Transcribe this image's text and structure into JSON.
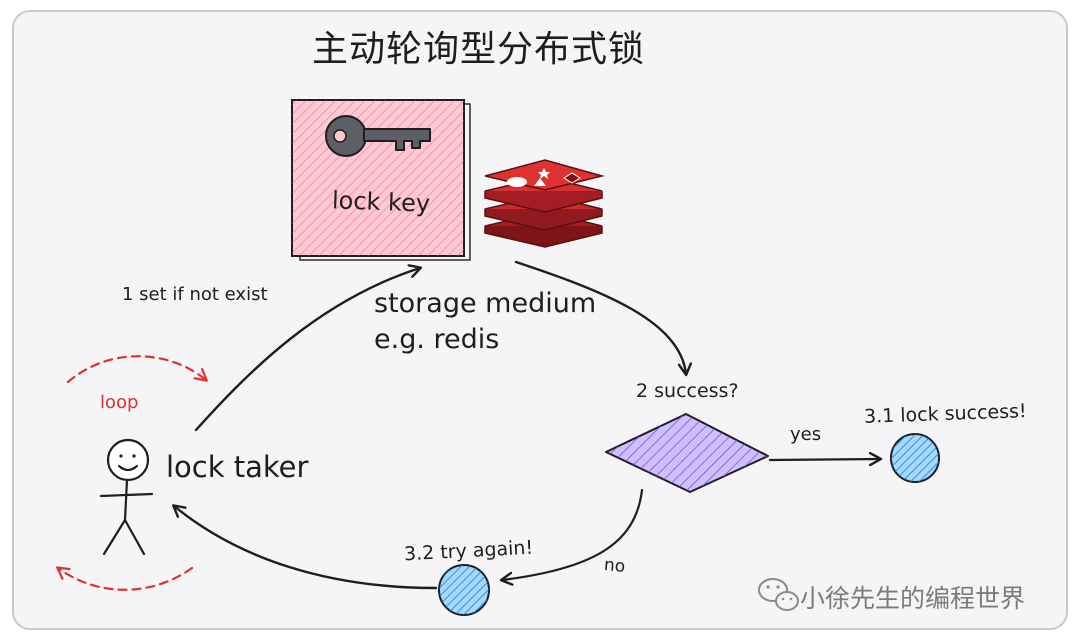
{
  "title": "主动轮询型分布式锁",
  "lock_box": {
    "label": "lock key",
    "icon": "key-icon"
  },
  "storage": {
    "line1": "storage medium",
    "line2": "e.g. redis",
    "icon": "redis-stack-icon"
  },
  "edges": {
    "set_if_not_exist": "1 set if not exist",
    "success_question": "2 success?",
    "yes": "yes",
    "no": "no"
  },
  "outcomes": {
    "lock_success": "3.1 lock success!",
    "try_again": "3.2 try again!"
  },
  "actor": {
    "label": "lock taker",
    "loop": "loop",
    "icon": "stick-figure-icon"
  },
  "watermark": {
    "text": "小徐先生的编程世界",
    "icon": "wechat-icon"
  },
  "colors": {
    "lock_box_fill": "#ffc9d4",
    "lock_box_hatch": "#e64980",
    "redis_red": "#c92a2a",
    "diamond_fill": "#d0bfff",
    "diamond_hatch": "#7048e8",
    "circle_fill": "#a5d8ff",
    "circle_hatch": "#1c7ed6",
    "loop_red": "#e03131",
    "ink": "#1e1e1e"
  }
}
